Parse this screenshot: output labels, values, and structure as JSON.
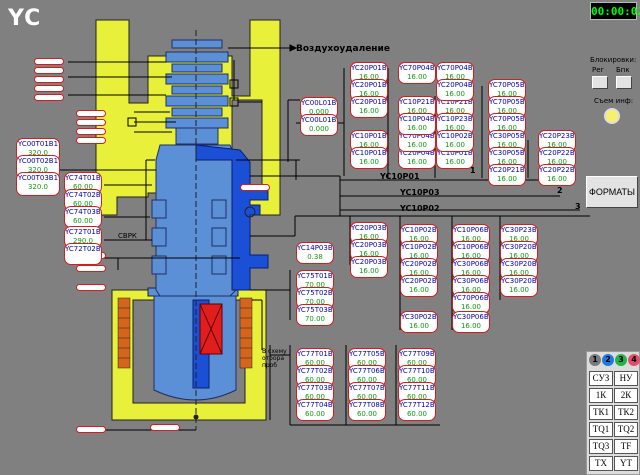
{
  "app_title": "YC",
  "clock": "00:00:02",
  "ventilation_label": "Воздухоудаление",
  "collectors": [
    "YC10P01",
    "YC10P03",
    "YC10P02"
  ],
  "collector_marks": [
    "1",
    "2",
    "3"
  ],
  "svrk_label": "СВРК",
  "scheme_label": [
    "В схему",
    "отбора",
    "проб"
  ],
  "side_panel": {
    "block_title": "Блокировки:",
    "btn_reg": "Рег",
    "btn_blk": "Бпк",
    "measure_title": "Съем инф:",
    "formats_label": "ФОРМАТЫ",
    "tabs": [
      "1",
      "2",
      "3",
      "4"
    ],
    "keys": [
      "СУЗ",
      "НУ",
      "1К",
      "2К",
      "ТК1",
      "ТК2",
      "ТQ1",
      "ТQ2",
      "ТQ3",
      "ТF",
      "ТХ",
      "YT"
    ]
  },
  "sensors": [
    {
      "n": "YC00T01B1",
      "v": "320.0"
    },
    {
      "n": "YC00T02B1",
      "v": "320.0"
    },
    {
      "n": "YC00T03B1",
      "v": "320.0"
    },
    {
      "n": "YC74T01B1",
      "v": "60.00"
    },
    {
      "n": "YC74T02B1",
      "v": "60.00"
    },
    {
      "n": "YC74T03B1",
      "v": "60.00"
    },
    {
      "n": "YC72T01B1",
      "v": "290.0"
    },
    {
      "n": "YC72T02B1",
      "v": ""
    },
    {
      "n": "YC00L01B1",
      "v": "0.000"
    },
    {
      "n": "YC00L01B2",
      "v": "0.000"
    },
    {
      "n": "YC20P01B1",
      "v": "16.00"
    },
    {
      "n": "YC20P01B2",
      "v": "16.00"
    },
    {
      "n": "YC20P01B3",
      "v": "16.00"
    },
    {
      "n": "YC10P01B1",
      "v": "16.00"
    },
    {
      "n": "YC10P01B2",
      "v": "16.00"
    },
    {
      "n": "YC70P04B1",
      "v": "16.00"
    },
    {
      "n": "YC70P04B2",
      "v": "16.00"
    },
    {
      "n": "YC10P21B1",
      "v": "16.00"
    },
    {
      "n": "YC10P04B1",
      "v": "16.00"
    },
    {
      "n": "YC20P04B1",
      "v": "16.00"
    },
    {
      "n": "YC70P04B3",
      "v": "16.00"
    },
    {
      "n": "YC40P04B2",
      "v": "16.00"
    },
    {
      "n": "YC10P21B2",
      "v": "16.00"
    },
    {
      "n": "YC10P04B2",
      "v": "16.00"
    },
    {
      "n": "YC20P04B2",
      "v": "16.00"
    },
    {
      "n": "YC10P01B1",
      "v": "16.00"
    },
    {
      "n": "YC10P23B1",
      "v": "16.00"
    },
    {
      "n": "YC10P02B1",
      "v": "16.00"
    },
    {
      "n": "YC70P05B1",
      "v": "16.00"
    },
    {
      "n": "YC70P05B2",
      "v": "16.00"
    },
    {
      "n": "YC70P05B3",
      "v": "16.00"
    },
    {
      "n": "YC30P05B1",
      "v": "16.00"
    },
    {
      "n": "YC30P05B2",
      "v": "16.00"
    },
    {
      "n": "YC20P21B1",
      "v": "16.00"
    },
    {
      "n": "YC20P23B1",
      "v": "16.00"
    },
    {
      "n": "YC20P22B1",
      "v": "16.00"
    },
    {
      "n": "YC20P22B2",
      "v": "16.00"
    },
    {
      "n": "YC14P03B1",
      "v": "0.38"
    },
    {
      "n": "YC20P03B1",
      "v": "16.00"
    },
    {
      "n": "YC20P03B2",
      "v": "16.00"
    },
    {
      "n": "YC20P03B1",
      "v": "16.00"
    },
    {
      "n": "YC10P02B1",
      "v": "16.00"
    },
    {
      "n": "YC10P02B2",
      "v": "16.00"
    },
    {
      "n": "YC20P02B1",
      "v": "16.00"
    },
    {
      "n": "YC20P02B2",
      "v": "16.00"
    },
    {
      "n": "YC30P02B1",
      "v": "16.00"
    },
    {
      "n": "YC10P06B1",
      "v": "16.00"
    },
    {
      "n": "YC10P06B2",
      "v": "16.00"
    },
    {
      "n": "YC30P06B1",
      "v": "16.00"
    },
    {
      "n": "YC30P06B2",
      "v": "16.00"
    },
    {
      "n": "YC70P06B1",
      "v": "16.00"
    },
    {
      "n": "YC30P06B2",
      "v": "16.00"
    },
    {
      "n": "YC30P23B1",
      "v": "16.00"
    },
    {
      "n": "YC30P20B1",
      "v": "16.00"
    },
    {
      "n": "YC30P20B2",
      "v": "16.00"
    },
    {
      "n": "YC30P20B3",
      "v": "16.00"
    },
    {
      "n": "YC75T01B1",
      "v": "70.00"
    },
    {
      "n": "YC75T02B1",
      "v": "70.00"
    },
    {
      "n": "YC75T03B1",
      "v": "70.00"
    },
    {
      "n": "YC77T01B1",
      "v": "60.00"
    },
    {
      "n": "YC77T02B1",
      "v": "60.00"
    },
    {
      "n": "YC77T03B1",
      "v": "60.00"
    },
    {
      "n": "YC77T04B1",
      "v": "60.00"
    },
    {
      "n": "YC77T05B1",
      "v": "60.00"
    },
    {
      "n": "YC77T06B1",
      "v": "60.00"
    },
    {
      "n": "YC77T07B1",
      "v": "60.00"
    },
    {
      "n": "YC77T08B1",
      "v": "60.00"
    },
    {
      "n": "YC77T09B1",
      "v": "60.00"
    },
    {
      "n": "YC77T10B1",
      "v": "60.00"
    },
    {
      "n": "YC77T11B1",
      "v": "60.00"
    },
    {
      "n": "YC77T12B1",
      "v": "60.00"
    }
  ],
  "colors": {
    "background": "#808080",
    "shield": "#e8f03a",
    "reactor_blue": "#1a4fd6",
    "vessel": "#5b8fd6",
    "heater": "#d3651c",
    "sensor_border": "#d21e1e",
    "value_text": "#109a10",
    "name_text": "#0000aa"
  }
}
